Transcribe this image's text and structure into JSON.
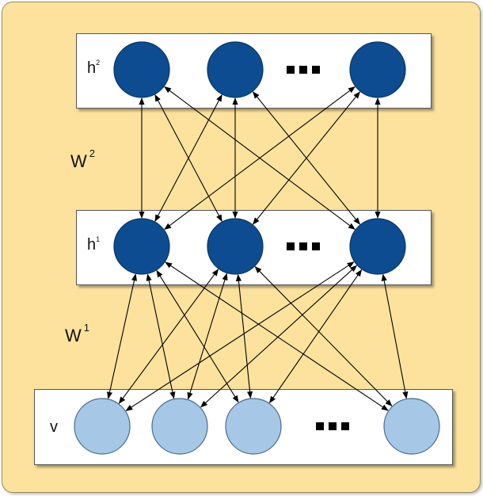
{
  "colors": {
    "background": "#fde29e",
    "hidden_unit_fill": "#0d4c90",
    "hidden_unit_stroke": "#0a3564",
    "visible_unit_fill": "#a7c7e6",
    "visible_unit_stroke": "#4a6d90",
    "edge": "#000000",
    "ellipsis": "#000000"
  },
  "layers": {
    "h2": {
      "name": "h",
      "superscript": "2",
      "units": 3,
      "ellipsis": true
    },
    "h1": {
      "name": "h",
      "superscript": "1",
      "units": 3,
      "ellipsis": true
    },
    "v": {
      "name": "v",
      "units": 4,
      "ellipsis": true
    }
  },
  "weights": {
    "w2": {
      "name": "W",
      "superscript": "2"
    },
    "w1": {
      "name": "W",
      "superscript": "1"
    }
  },
  "connections": {
    "h2_h1": "fully-connected-bidirectional",
    "h1_v": "fully-connected-bidirectional"
  }
}
